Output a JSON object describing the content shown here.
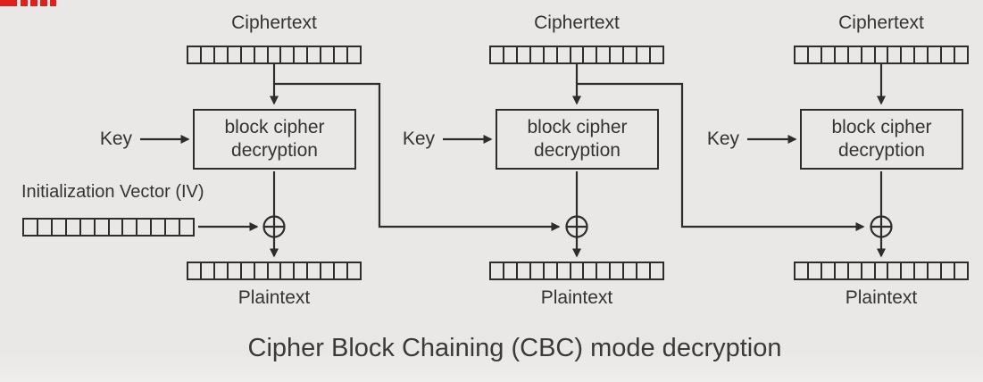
{
  "colors": {
    "background": "#e9e8e6",
    "line": "#2d2d2b",
    "text": "#333331",
    "caption": "#3a3a38",
    "artifact_red": "#e0201c"
  },
  "caption": "Cipher Block Chaining (CBC) mode decryption",
  "labels": {
    "ciphertext": "Ciphertext",
    "key": "Key",
    "block_cipher_line1": "block cipher",
    "block_cipher_line2": "decryption",
    "iv": "Initialization Vector (IV)",
    "plaintext": "Plaintext"
  },
  "icons": {
    "xor": "circle-plus-xor",
    "arrow": "right-angle-arrow"
  },
  "blocks": {
    "data_block_cells": 13,
    "iv_block_cells": 12
  },
  "columns_count": 3
}
